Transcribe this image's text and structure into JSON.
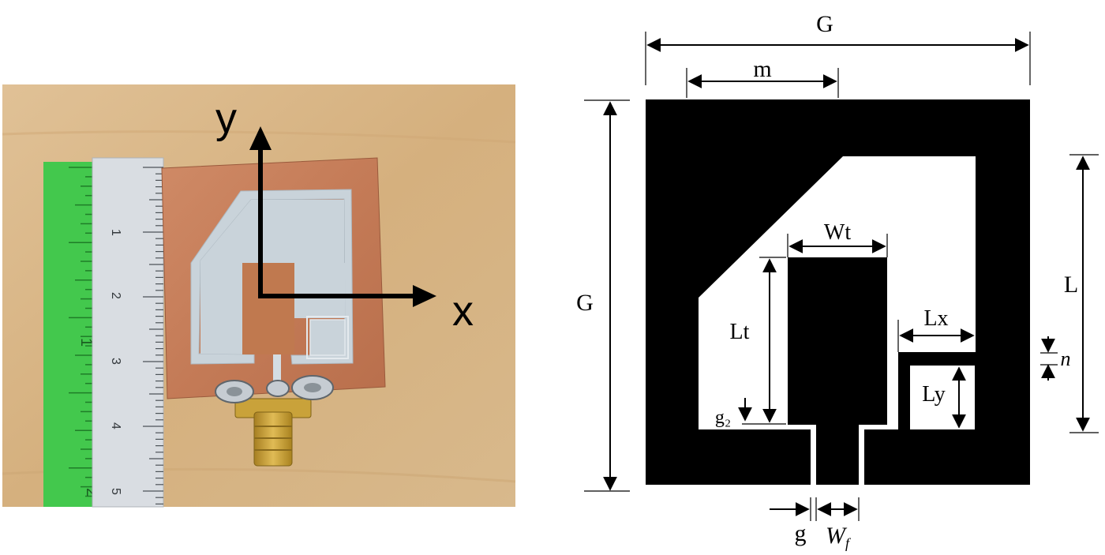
{
  "photo": {
    "axes": {
      "y_label": "y",
      "x_label": "x"
    },
    "metric_ruler_labels": [
      "1",
      "2",
      "3",
      "4",
      "5"
    ],
    "inch_ruler_labels": [
      "1",
      "2"
    ]
  },
  "diagram": {
    "labels": {
      "overall_width": "G",
      "overall_height": "G",
      "top_offset": "m",
      "slot_length": "L",
      "stub_width": "Wt",
      "stub_length": "Lt",
      "inner_width": "Lx",
      "inner_height": "Ly",
      "strip_width": "n",
      "stub_gap": "g₂",
      "feed_gap": "g",
      "feed_width_base": "W",
      "feed_width_sub": "f"
    }
  },
  "colors": {
    "metal": "#000000",
    "background": "#ffffff",
    "wood": "#d9b787",
    "copper": "#c8825f",
    "silver_trace": "#c9d3da",
    "green_ruler": "#43c84d",
    "steel_ruler": "#d9dde2",
    "connector_gold": "#c9a23a"
  }
}
